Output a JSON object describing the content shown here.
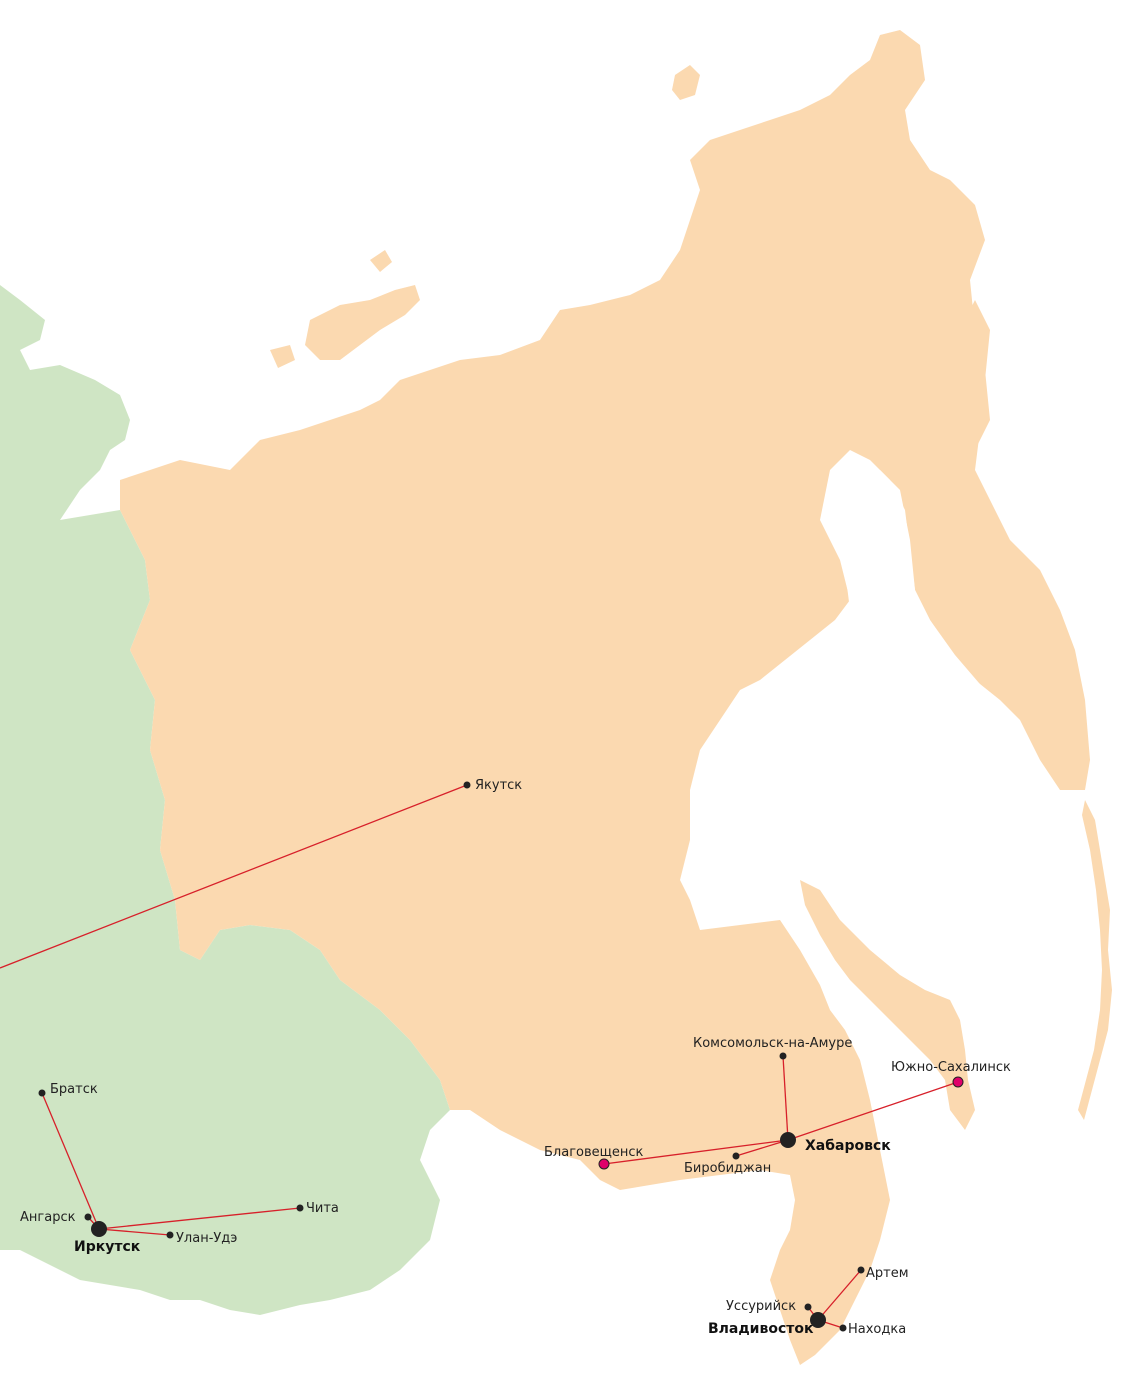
{
  "map": {
    "colors": {
      "sea": "#ffffff",
      "siberia_land": "#cfe5c4",
      "far_east_land": "#fbd9b0",
      "route": "#d7202a",
      "city_dot": "#222222",
      "airport_dot": "#e0006a"
    },
    "hubs": {
      "irkutsk": "Иркутск",
      "khabarovsk": "Хабаровск",
      "vladivostok": "Владивосток"
    },
    "cities": {
      "yakutsk": "Якутск",
      "bratsk": "Братск",
      "angarsk": "Ангарск",
      "ulan_ude": "Улан-Удэ",
      "chita": "Чита",
      "komsomolsk": "Комсомольск-на-Амуре",
      "yuzhno_sakhalinsk": "Южно-Сахалинск",
      "blagoveshchensk": "Благовещенск",
      "birobidzhan": "Биробиджан",
      "artem": "Артем",
      "ussuriysk": "Уссурийск",
      "nakhodka": "Находка"
    }
  }
}
